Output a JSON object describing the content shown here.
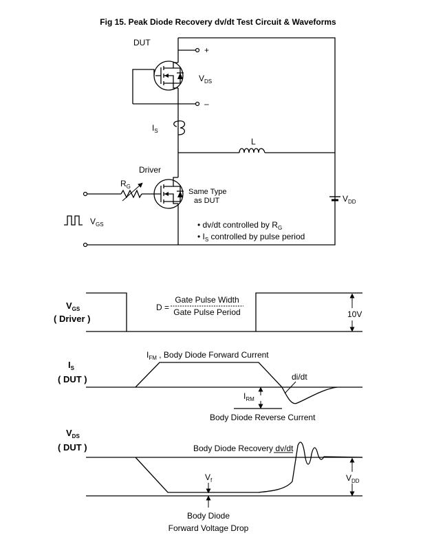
{
  "title": "Fig 15.  Peak Diode Recovery dv/dt Test Circuit  &  Waveforms",
  "circuit": {
    "dut_label": "DUT",
    "plus_label": "+",
    "minus_label": "–",
    "vds_main": "V",
    "vds_sub": "DS",
    "is_main": "I",
    "is_sub": "S",
    "inductor_label": "L",
    "driver_label": "Driver",
    "rg_main": "R",
    "rg_sub": "G",
    "same_type_line1": "Same Type",
    "same_type_line2": "as DUT",
    "vdd_main": "V",
    "vdd_sub": "DD",
    "vgs_main": "V",
    "vgs_sub": "GS",
    "note1_prefix": "• dv/dt controlled by  R",
    "note1_sub": "G",
    "note2_prefix": "• I",
    "note2_sub": "S",
    "note2_suffix": " controlled by pulse period"
  },
  "waveforms": {
    "vgs": {
      "label_main": "V",
      "label_sub": "GS",
      "label_line2": "( Driver )",
      "d_label": "D =",
      "numerator": "Gate Pulse Width",
      "denominator": "Gate Pulse Period",
      "amplitude": "10V"
    },
    "is": {
      "label_main": "I",
      "label_sub": "S",
      "label_line2": "( DUT )",
      "ifm_main": "I",
      "ifm_sub": "FM",
      "ifm_text": " , Body Diode Forward Current",
      "didt": "di/dt",
      "irm_main": "I",
      "irm_sub": "RM",
      "reverse_current": "Body Diode Reverse Current"
    },
    "vds": {
      "label_main": "V",
      "label_sub": "DS",
      "label_line2": "( DUT )",
      "recovery": "Body Diode Recovery dv/dt",
      "vdd_main": "V",
      "vdd_sub": "DD",
      "vf_main": "V",
      "vf_sub": "f",
      "drop_line1": "Body Diode",
      "drop_line2": "Forward Voltage Drop"
    }
  }
}
